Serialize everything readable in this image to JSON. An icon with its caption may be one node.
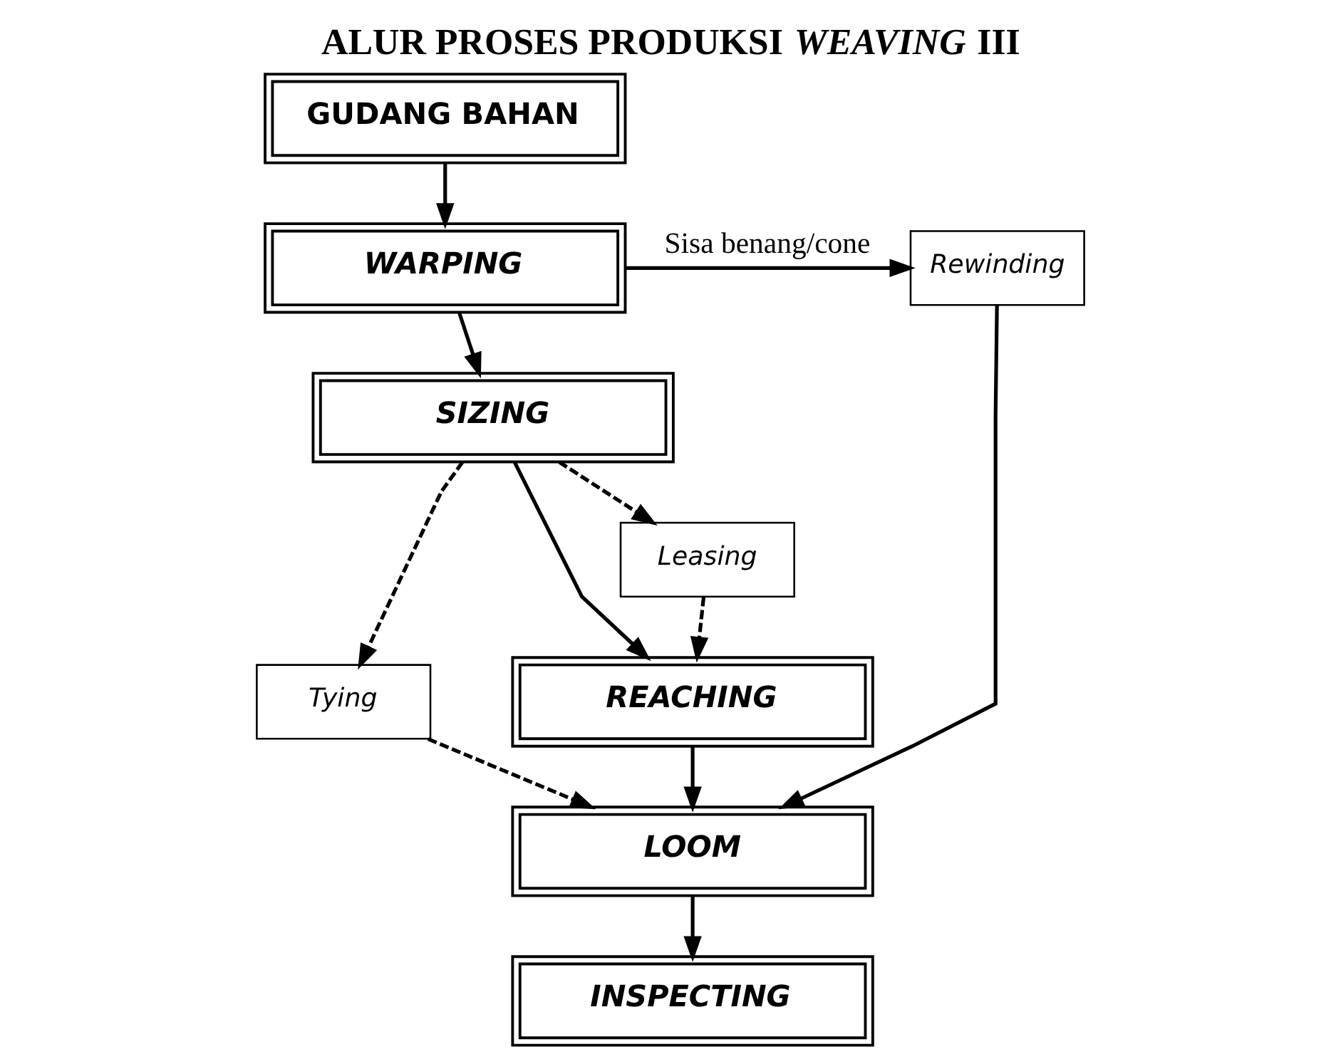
{
  "diagram": {
    "title": "ALUR PROSES PRODUKSI *WEAVING* III",
    "nodes": [
      {
        "text": [
          "GUDANG BAHAN"
        ]
      },
      {
        "text": [
          "WARPING"
        ]
      },
      {
        "text": [
          "Rewinding"
        ]
      },
      {
        "text": [
          "SIZING"
        ]
      },
      {
        "text": [
          "Leasing"
        ]
      },
      {
        "text": [
          "Tying"
        ]
      },
      {
        "text": [
          "REACHING"
        ]
      },
      {
        "text": [
          "LOOM"
        ]
      },
      {
        "text": [
          "INSPECTING"
        ]
      }
    ],
    "edges": [
      {
        "from": 0,
        "to": 1,
        "arrow": "to"
      },
      {
        "from": 1,
        "to": 2,
        "arrow": "to",
        "label": "Sisa benang/cone"
      },
      {
        "from": 1,
        "to": 3,
        "arrow": "to"
      },
      {
        "from": 3,
        "to": 5,
        "arrow": "to",
        "style": "dashed"
      },
      {
        "from": 3,
        "to": 6,
        "arrow": "to"
      },
      {
        "from": 3,
        "to": 4,
        "arrow": "to",
        "style": "dashed"
      },
      {
        "from": 4,
        "to": 6,
        "arrow": "to",
        "style": "dashed"
      },
      {
        "from": 5,
        "to": 7,
        "arrow": "to",
        "style": "dashed"
      },
      {
        "from": 6,
        "to": 7,
        "arrow": "to"
      },
      {
        "from": 2,
        "to": 7,
        "arrow": "to"
      },
      {
        "from": 7,
        "to": 8,
        "arrow": "to"
      }
    ]
  }
}
